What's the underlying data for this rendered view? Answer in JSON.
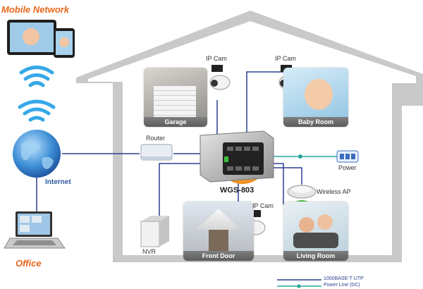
{
  "labels": {
    "mobile_network": "Mobile Network",
    "internet": "Internet",
    "office": "Office",
    "router": "Router",
    "switch": "WGS-803",
    "power": "Power",
    "wireless_ap": "Wireless AP",
    "nvr": "NVR",
    "ip_cam": "IP Cam"
  },
  "rooms": {
    "garage": "Garage",
    "baby_room": "Baby Room",
    "front_door": "Front Door",
    "living_room": "Living Room"
  },
  "legend": {
    "utp": "1000BASE-T UTP",
    "power_line": "Power Line (DC)"
  },
  "colors": {
    "utp_line": "#2a3f8f",
    "power_line": "#2aa59a",
    "accent": "#e8661c",
    "house": "#c9c9c9"
  }
}
